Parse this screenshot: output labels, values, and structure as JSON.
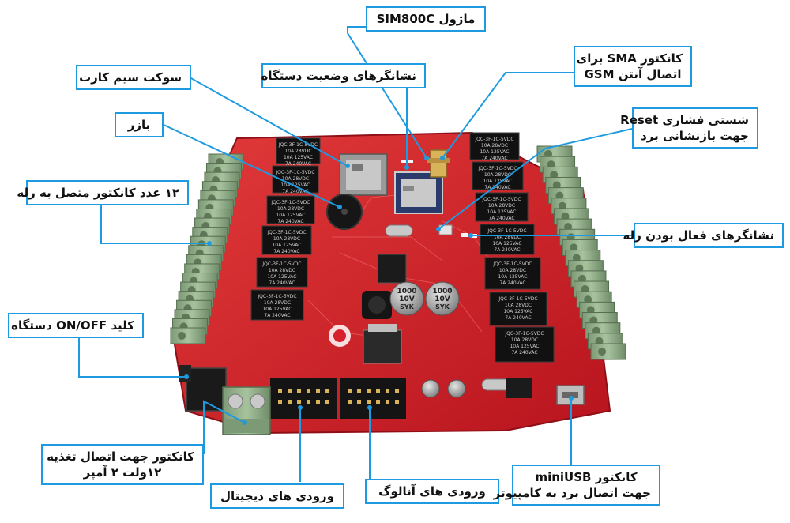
{
  "colors": {
    "accent": "#1e9be0",
    "pcb": "#d7202b",
    "terminal": "#8fae87",
    "relay": "#111111"
  },
  "relay_print": [
    "JQC-3F-1C-5VDC",
    "10A 28VDC",
    "10A 125VAC",
    "7A 240VAC"
  ],
  "capacitor_print": [
    "1000",
    "10V",
    "SYK"
  ],
  "callouts": {
    "sim800c": {
      "lines": [
        "ماژول SIM800C"
      ]
    },
    "sim_socket": {
      "lines": [
        "سوکت سیم کارت"
      ]
    },
    "status_leds": {
      "lines": [
        "نشانگرهای وضعیت دستگاه"
      ]
    },
    "sma": {
      "lines": [
        "کانکتور SMA برای",
        "اتصال آنتن GSM"
      ]
    },
    "reset": {
      "lines": [
        "شستی فشاری Reset",
        "جهت بازنشانی برد"
      ]
    },
    "buzzer": {
      "lines": [
        "بازر"
      ]
    },
    "relay_connectors": {
      "lines": [
        "۱۲ عدد کانکتور متصل به رله"
      ]
    },
    "relay_leds": {
      "lines": [
        "نشانگرهای فعال بودن رله"
      ]
    },
    "power_switch": {
      "lines": [
        "کلید ON/OFF دستگاه"
      ]
    },
    "power_connector": {
      "lines": [
        "کانکتور جهت اتصال تغذیه",
        "۱۲ولت ۲ آمپر"
      ]
    },
    "digital_inputs": {
      "lines": [
        "ورودی های دیجیتال"
      ]
    },
    "analog_inputs": {
      "lines": [
        "ورودی های آنالوگ"
      ]
    },
    "miniusb": {
      "lines": [
        "کانکتور miniUSB",
        "جهت اتصال برد به کامپیوتر"
      ]
    }
  }
}
